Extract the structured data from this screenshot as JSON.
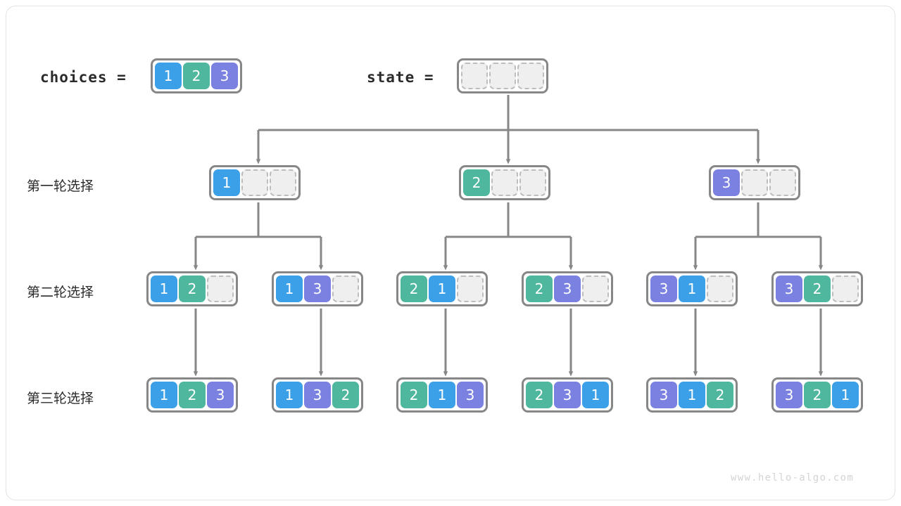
{
  "diagram": {
    "title_labels": {
      "choices": "choices =",
      "state": "state ="
    },
    "row_labels": [
      "第一轮选择",
      "第二轮选择",
      "第三轮选择"
    ],
    "watermark": "www.hello-algo.com",
    "colors": {
      "value_1": "#3BA0E8",
      "value_2": "#4FB79E",
      "value_3": "#7A81E0",
      "empty_cell": "#efefef",
      "empty_border": "#bdbdbd",
      "array_border": "#878787",
      "edge": "#878787",
      "text": "#2b2b2b",
      "watermark": "#d4d4d4",
      "frame": "#e3e3e3"
    },
    "choices_array": [
      "1",
      "2",
      "3"
    ],
    "state_array": [
      "",
      "",
      ""
    ],
    "level1": [
      {
        "cells": [
          "1",
          "",
          ""
        ]
      },
      {
        "cells": [
          "2",
          "",
          ""
        ]
      },
      {
        "cells": [
          "3",
          "",
          ""
        ]
      }
    ],
    "level2": [
      {
        "cells": [
          "1",
          "2",
          ""
        ]
      },
      {
        "cells": [
          "1",
          "3",
          ""
        ]
      },
      {
        "cells": [
          "2",
          "1",
          ""
        ]
      },
      {
        "cells": [
          "2",
          "3",
          ""
        ]
      },
      {
        "cells": [
          "3",
          "1",
          ""
        ]
      },
      {
        "cells": [
          "3",
          "2",
          ""
        ]
      }
    ],
    "level3": [
      {
        "cells": [
          "1",
          "2",
          "3"
        ]
      },
      {
        "cells": [
          "1",
          "3",
          "2"
        ]
      },
      {
        "cells": [
          "2",
          "1",
          "3"
        ]
      },
      {
        "cells": [
          "2",
          "3",
          "1"
        ]
      },
      {
        "cells": [
          "3",
          "1",
          "2"
        ]
      },
      {
        "cells": [
          "3",
          "2",
          "1"
        ]
      }
    ]
  }
}
